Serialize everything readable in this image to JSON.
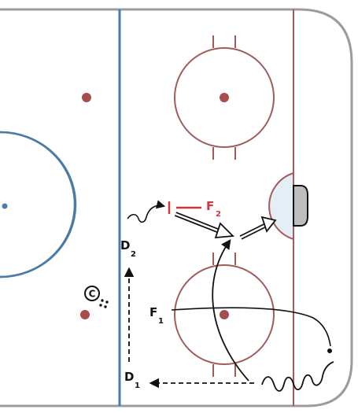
{
  "diagram": {
    "players": [
      {
        "id": "d1",
        "letter": "D",
        "sub": "1"
      },
      {
        "id": "d2",
        "letter": "D",
        "sub": "2"
      },
      {
        "id": "f1",
        "letter": "F",
        "sub": "1"
      },
      {
        "id": "f2",
        "letter": "F",
        "sub": "2"
      }
    ],
    "coach": {
      "symbol": "C"
    },
    "colors": {
      "board_outline": "#9c9c9c",
      "red_line": "#a45b5b",
      "blue_line": "#4c7ca6",
      "faceoff_red": "#a15b5b",
      "dot_red": "#a84c4c",
      "f2_red": "#d1363c",
      "crease_fill": "#e6eef5",
      "goal_fill": "#bdbdbd",
      "arrow": "#111111"
    }
  }
}
